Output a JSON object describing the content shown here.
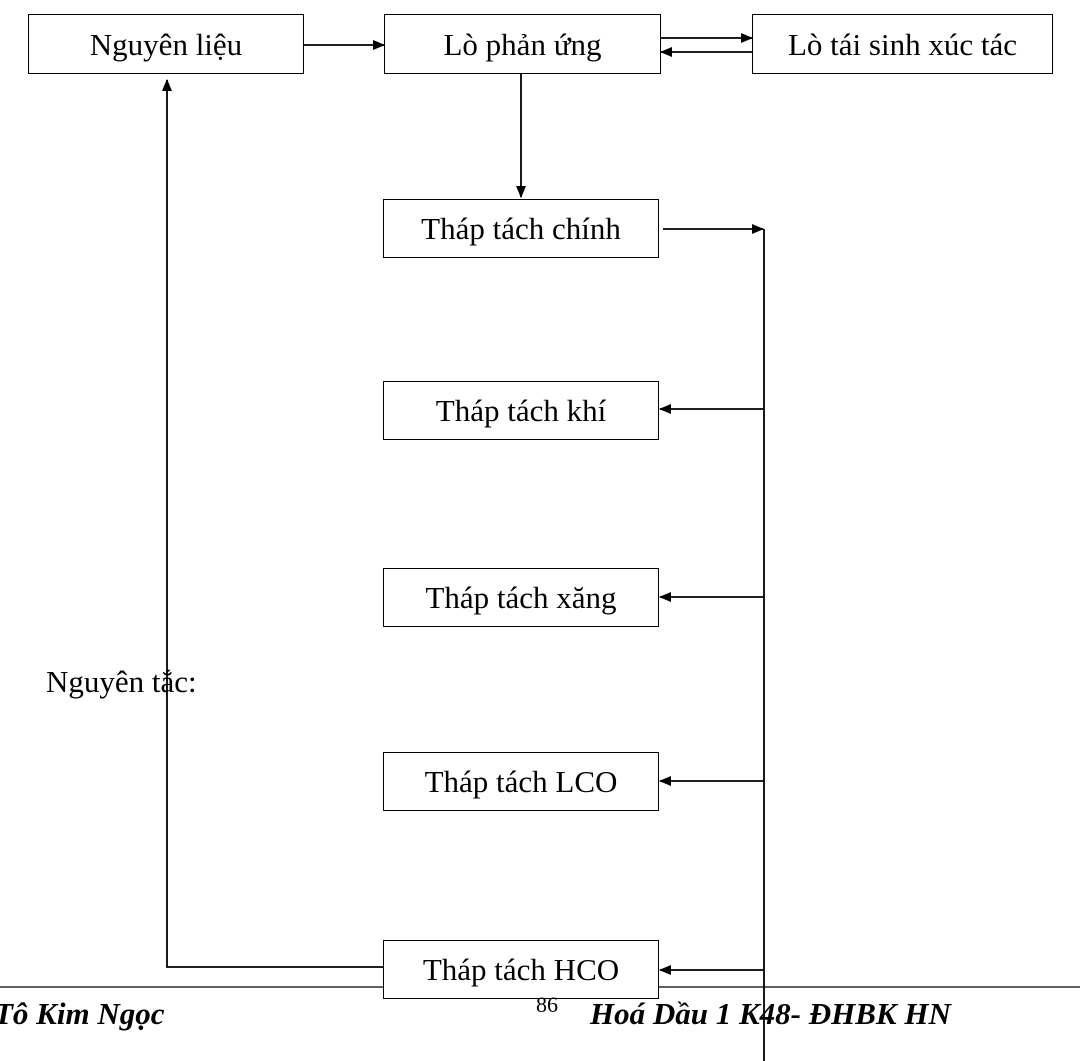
{
  "nodes": {
    "nguyen_lieu": "Nguyên liệu",
    "lo_phan_ung": "Lò phản ứng",
    "lo_tai_sinh": "Lò tái sinh xúc tác",
    "thap_tach_chinh": "Tháp tách chính",
    "thap_tach_khi": "Tháp tách khí",
    "thap_tach_xang": "Tháp tách xăng",
    "thap_tach_lco": "Tháp tách LCO",
    "thap_tach_hco": "Tháp tách HCO"
  },
  "note": "Nguyên tắc:",
  "footer": {
    "author": "Tô Kim Ngọc",
    "page": "86",
    "right": "Hoá Dầu 1 K48- ĐHBK HN"
  }
}
